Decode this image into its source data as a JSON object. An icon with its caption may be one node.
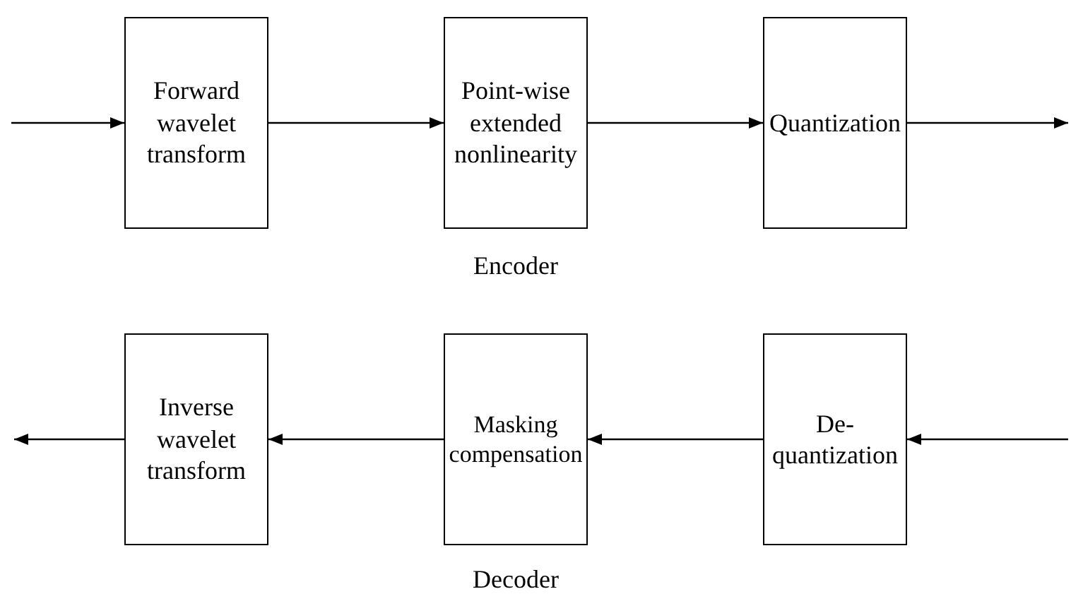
{
  "diagram": {
    "nodes": [
      {
        "text": [
          "Forward wavelet transform"
        ]
      },
      {
        "text": [
          "Point-wise extended nonlinearity"
        ]
      },
      {
        "text": [
          "Quantization"
        ]
      },
      {
        "text": [
          "Inverse wavelet transform"
        ]
      },
      {
        "text": [
          "Masking compensation"
        ]
      },
      {
        "text": [
          "De- quantization"
        ]
      }
    ],
    "edges": [
      {
        "from": null,
        "to": 0,
        "arrow": "to"
      },
      {
        "from": 0,
        "to": 1,
        "arrow": "to"
      },
      {
        "from": 1,
        "to": 2,
        "arrow": "to"
      },
      {
        "from": 2,
        "to": null,
        "arrow": "to"
      },
      {
        "from": null,
        "to": 5,
        "arrow": "to"
      },
      {
        "from": 5,
        "to": 4,
        "arrow": "to"
      },
      {
        "from": 4,
        "to": 3,
        "arrow": "to"
      },
      {
        "from": 3,
        "to": null,
        "arrow": "to"
      }
    ],
    "labels": [
      "Encoder",
      "Decoder"
    ]
  }
}
